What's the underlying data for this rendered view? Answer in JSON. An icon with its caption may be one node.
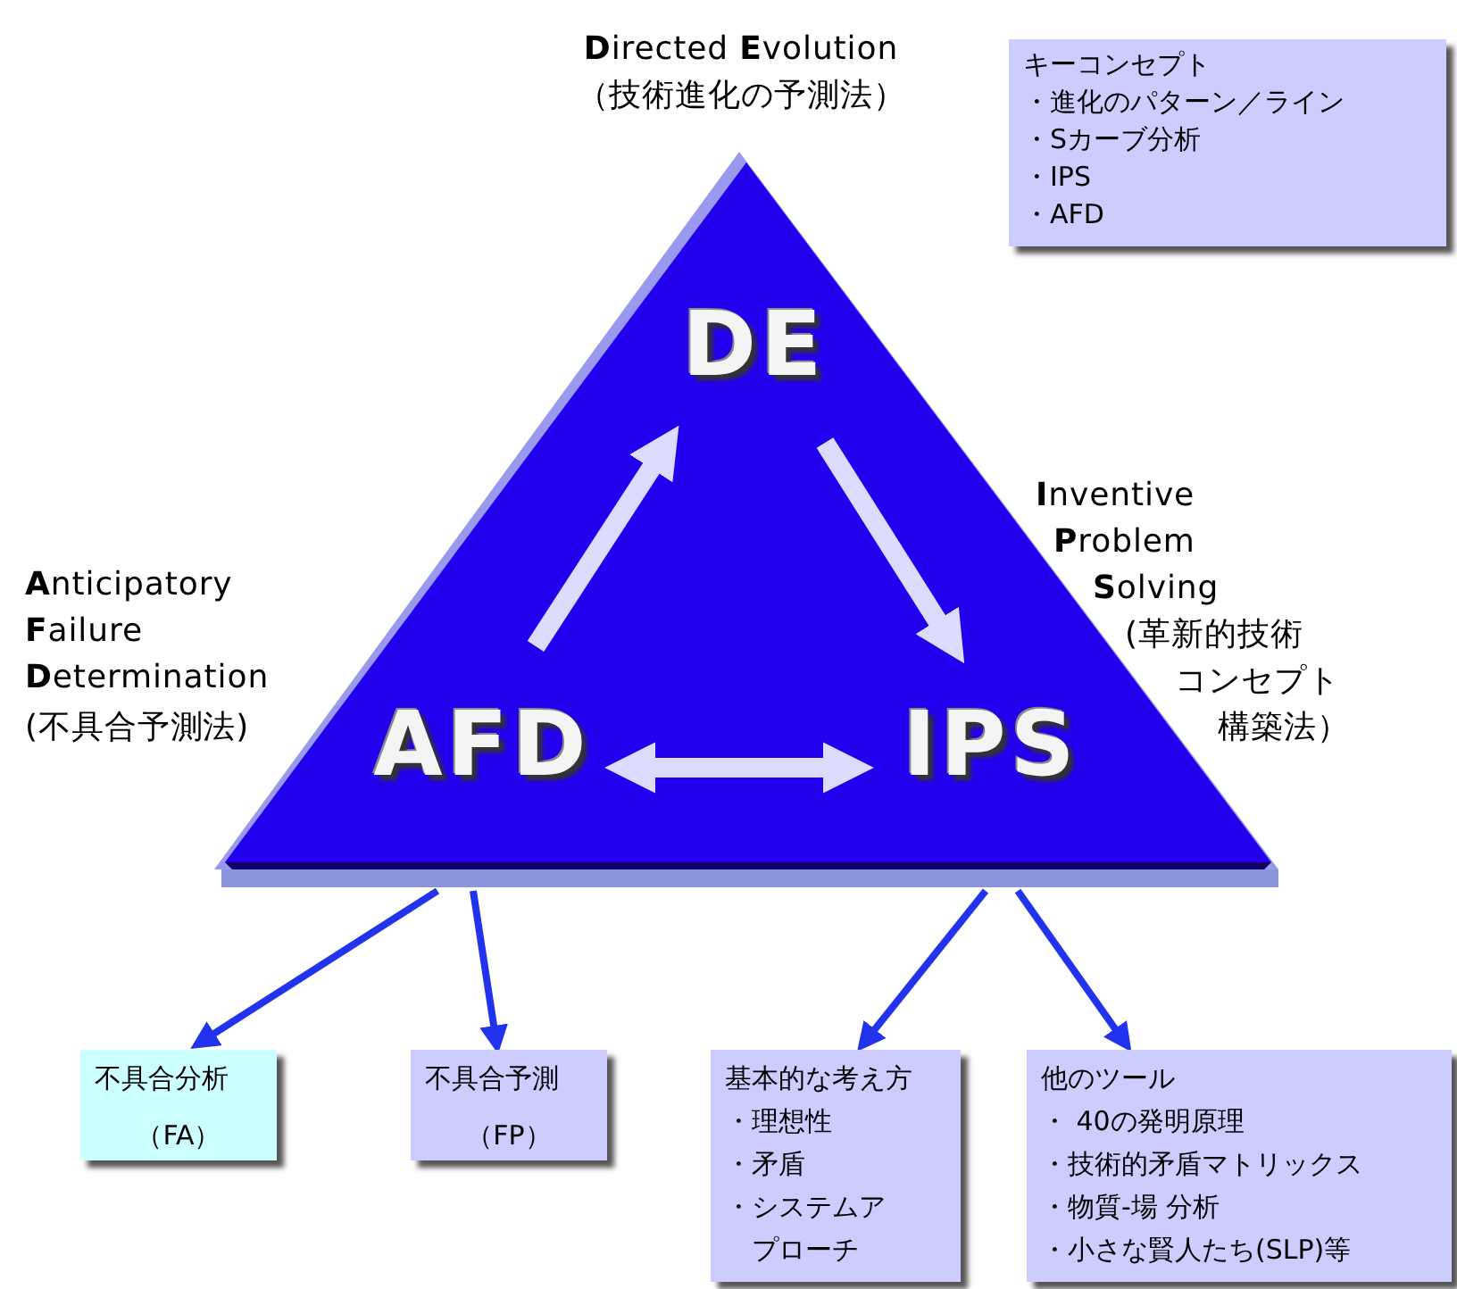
{
  "diagram": {
    "nodes": [
      {
        "text": [],
        "shape": "triangle"
      },
      {
        "text": [
          "DE"
        ],
        "in": 0
      },
      {
        "text": [
          "AFD"
        ],
        "in": 0
      },
      {
        "text": [
          "IPS"
        ],
        "in": 0
      },
      {
        "text": [
          "キーコンセプト",
          "・進化のパターン／ライン",
          "・Sカーブ分析",
          "・IPS",
          "・AFD"
        ]
      },
      {
        "text": [
          "不具合分析",
          "（FA）"
        ]
      },
      {
        "text": [
          "不具合予測",
          "（FP）"
        ]
      },
      {
        "text": [
          "基本的な考え方",
          "・理想性",
          "・矛盾",
          "・システムアプローチ"
        ]
      },
      {
        "text": [
          "他のツール",
          "・ 40の発明原理",
          "・技術的矛盾マトリックス",
          "・物質-場 分析",
          "・小さな賢人たち(SLP)等"
        ]
      }
    ],
    "edges": [
      {
        "from": 2,
        "to": 1,
        "arrow": "to",
        "style": "thick",
        "color": "#dcdcff"
      },
      {
        "from": 1,
        "to": 3,
        "arrow": "to",
        "style": "thick",
        "color": "#dcdcff"
      },
      {
        "from": 2,
        "to": 3,
        "arrow": "both",
        "style": "thick",
        "color": "#dcdcff"
      },
      {
        "from": 0,
        "to": 5,
        "arrow": "to",
        "color": "#2233ee"
      },
      {
        "from": 0,
        "to": 6,
        "arrow": "to",
        "color": "#2233ee"
      },
      {
        "from": 0,
        "to": 7,
        "arrow": "to",
        "color": "#2233ee"
      },
      {
        "from": 0,
        "to": 8,
        "arrow": "to",
        "color": "#2233ee"
      }
    ],
    "labels": [
      "**D**irected **E**volution",
      "（技術進化の予測法）",
      "**A**nticipatory",
      "**F**ailure",
      "**D**etermination",
      "(不具合予測法)",
      "**I**nventive",
      "**P**roblem",
      "**S**olving",
      "(革新的技術",
      "コンセプト",
      "構築法）"
    ]
  }
}
